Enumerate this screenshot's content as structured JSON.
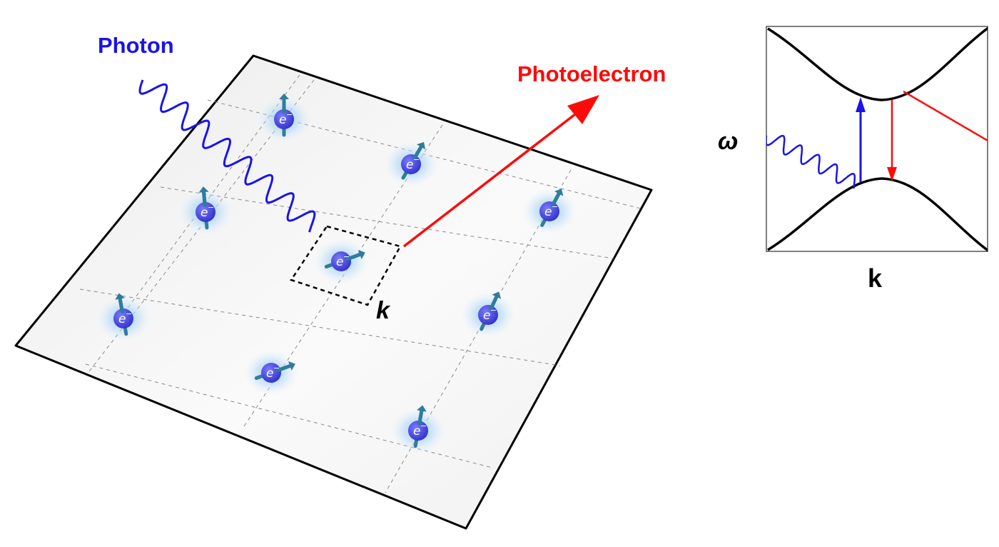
{
  "labels": {
    "photon": "Photon",
    "photoelectron": "Photoelectron",
    "k_site": "k",
    "band_y_axis": "ω",
    "band_x_axis": "k"
  },
  "electron": {
    "symbol": "e",
    "charge": "−",
    "count": 9
  },
  "colors": {
    "photon": "#1a14e6",
    "photoelectron": "#ff0a0a",
    "electron_ball": "#4a4ae6",
    "spin_arrow": "#2e7d9c",
    "electron_glow": "#a9d3f5",
    "lattice_plane": "#f2f2f2",
    "outline": "#000000"
  }
}
